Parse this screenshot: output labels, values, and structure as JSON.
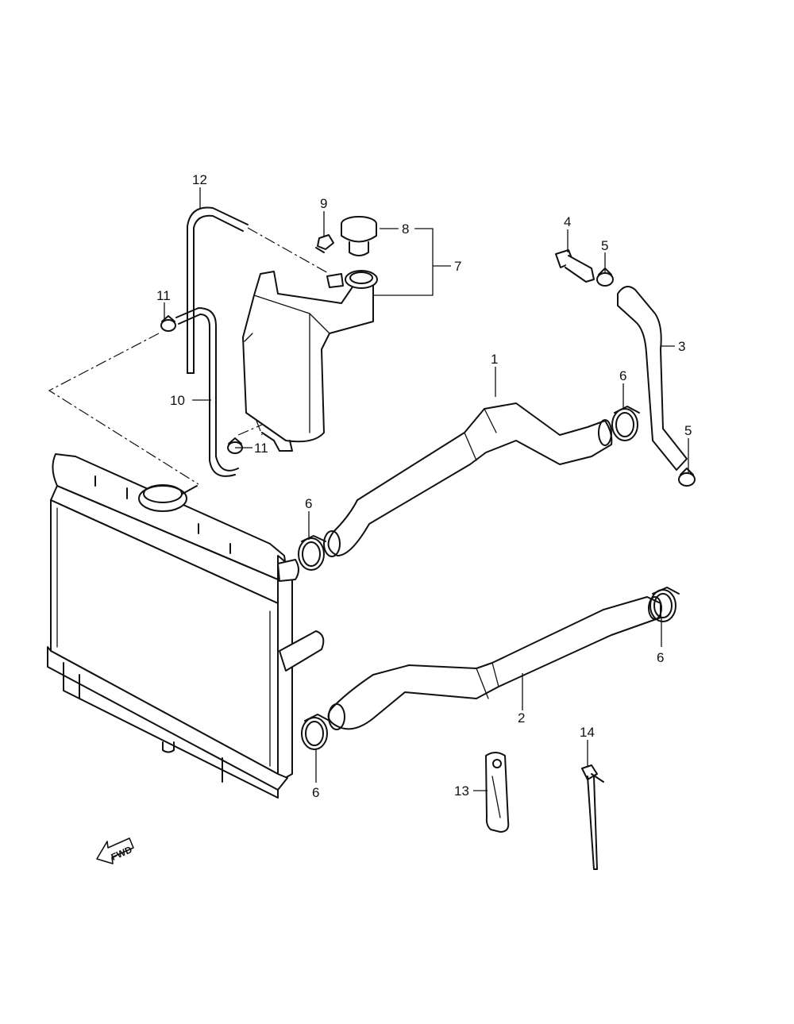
{
  "callouts": {
    "c1": "1",
    "c2": "2",
    "c3": "3",
    "c4": "4",
    "c5a": "5",
    "c5b": "5",
    "c6a": "6",
    "c6b": "6",
    "c6c": "6",
    "c6d": "6",
    "c7": "7",
    "c8": "8",
    "c9": "9",
    "c10": "10",
    "c11a": "11",
    "c11b": "11",
    "c12": "12",
    "c13": "13",
    "c14": "14"
  },
  "fwd_label": "FWD"
}
